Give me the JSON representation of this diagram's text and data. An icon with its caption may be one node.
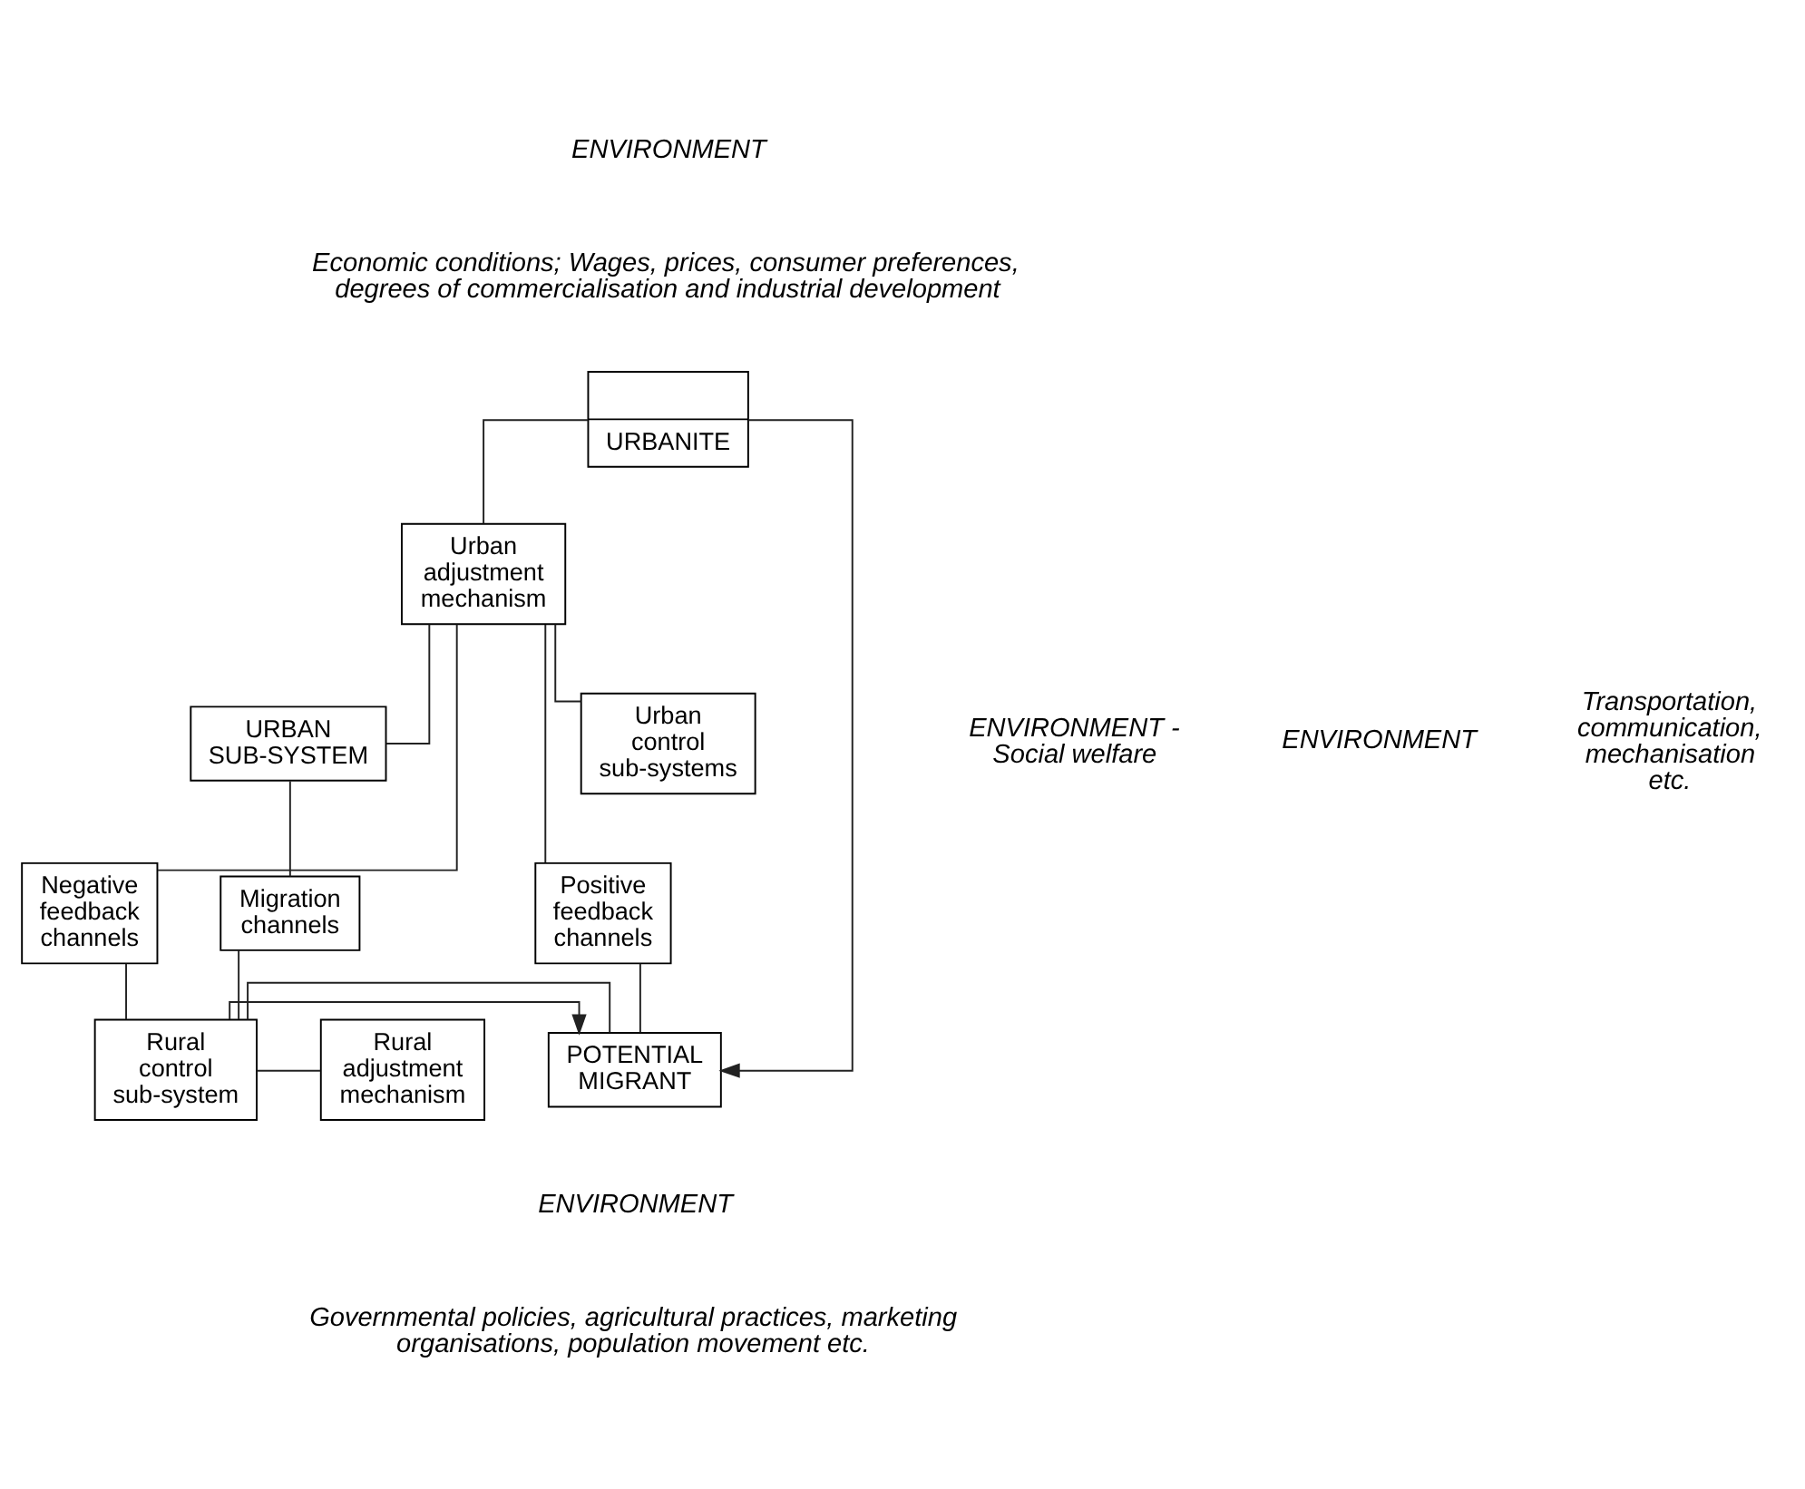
{
  "diagram": {
    "nodes": [
      {
        "text": [
          "URBANITE"
        ]
      },
      {
        "text": [
          "Urban adjustment mechanism"
        ]
      },
      {
        "text": [
          "Urban control sub-systems"
        ]
      },
      {
        "text": [
          "URBAN SUB-SYSTEM"
        ]
      },
      {
        "text": [
          "Positive feedback channels"
        ]
      },
      {
        "text": [
          "Migration channels"
        ]
      },
      {
        "text": [
          "Negative feedback channels"
        ]
      },
      {
        "text": [
          "POTENTIAL MIGRANT"
        ]
      },
      {
        "text": [
          "Rural control sub-system"
        ]
      },
      {
        "text": [
          "Rural adjustment mechanism"
        ]
      }
    ],
    "edges": [
      {
        "from": 0,
        "to": 1,
        "arrow": "none"
      },
      {
        "from": 1,
        "to": 3,
        "arrow": "none"
      },
      {
        "from": 1,
        "to": 2,
        "arrow": "none"
      },
      {
        "from": 1,
        "to": 4,
        "arrow": "none"
      },
      {
        "from": 1,
        "to": 6,
        "arrow": "none"
      },
      {
        "from": 3,
        "to": 5,
        "arrow": "none"
      },
      {
        "from": 5,
        "to": 8,
        "arrow": "none"
      },
      {
        "from": 4,
        "to": 7,
        "arrow": "none"
      },
      {
        "from": 7,
        "to": 8,
        "arrow": "none"
      },
      {
        "from": 8,
        "to": 9,
        "arrow": "none"
      },
      {
        "from": 6,
        "to": 8,
        "arrow": "none"
      },
      {
        "from": 0,
        "to": 7,
        "arrow": "to"
      },
      {
        "from": 8,
        "to": 7,
        "arrow": "to"
      }
    ],
    "labels": [
      "ENVIRONMENT",
      "Economic conditions; Wages, prices, consumer preferences, degrees of commercialisation and industrial development",
      "ENVIRONMENT - Social welfare",
      "ENVIRONMENT",
      "Transportation, communication, mechanisation etc.",
      "ENVIRONMENT",
      "Governmental policies, agricultural practices, marketing organisations, population movement etc."
    ]
  }
}
